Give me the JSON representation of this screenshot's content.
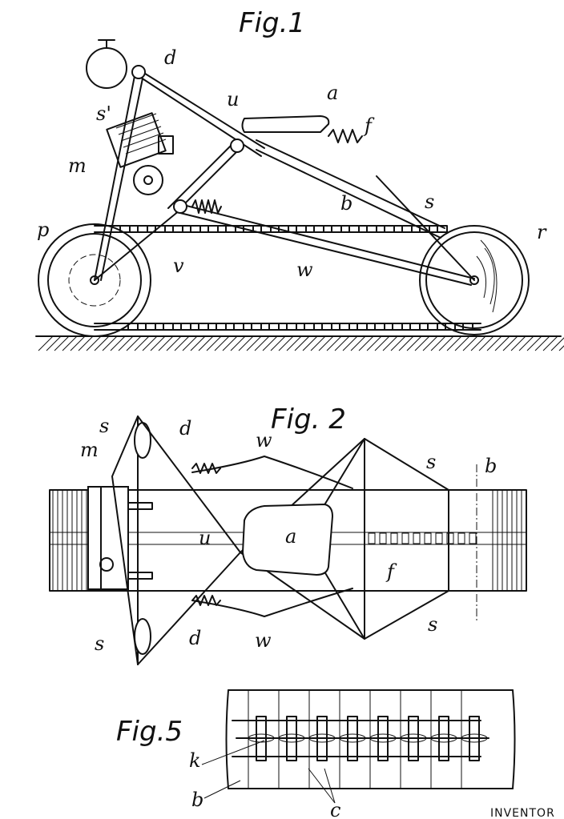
{
  "figures": {
    "fig1": {
      "title": "Fig.1",
      "labels": {
        "d": "d",
        "u": "u",
        "a": "a",
        "s_prime": "s'",
        "f": "f",
        "m": "m",
        "s": "s",
        "b": "b",
        "p": "p",
        "r": "r",
        "v": "v",
        "w": "w"
      }
    },
    "fig2": {
      "title": "Fig. 2",
      "labels": {
        "s_top": "s",
        "m": "m",
        "d_top": "d",
        "w_top": "w",
        "s_right_top": "s",
        "b": "b",
        "a": "a",
        "u": "u",
        "f": "f",
        "s_bottom": "s",
        "d_bottom": "d",
        "w_bottom": "w",
        "s_right_bottom": "s"
      }
    },
    "fig5": {
      "title": "Fig.5",
      "labels": {
        "k": "k",
        "b": "b",
        "c": "c"
      }
    }
  },
  "footer": {
    "inventor_text": "INVENTOR"
  }
}
